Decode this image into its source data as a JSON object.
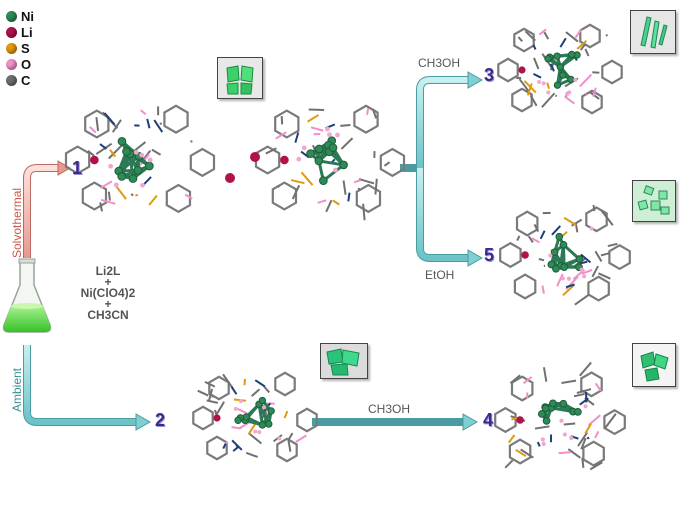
{
  "legend": [
    {
      "symbol": "Ni",
      "color": "#2e8b57"
    },
    {
      "symbol": "Li",
      "color": "#b0124b"
    },
    {
      "symbol": "S",
      "color": "#e09a10"
    },
    {
      "symbol": "O",
      "color": "#f08fc8"
    },
    {
      "symbol": "C",
      "color": "#6e6e6e"
    }
  ],
  "reagents": {
    "line1": "Li2L",
    "plus1": "+",
    "line2": "Ni(ClO4)2",
    "plus2": "+",
    "line3": "CH3CN"
  },
  "conditions": {
    "solvothermal": "Solvothermal",
    "ambient": "Ambient",
    "methanol_top": "CH3OH",
    "ethanol": "EtOH",
    "methanol_bottom": "CH3OH"
  },
  "compounds": [
    "1",
    "2",
    "3",
    "4",
    "5"
  ],
  "colors": {
    "solvothermal_arrow": "#f0a9a0",
    "ambient_arrow": "#8fd3d6",
    "flask_liquid": "#4cd33a",
    "crystal": "#33c070"
  }
}
